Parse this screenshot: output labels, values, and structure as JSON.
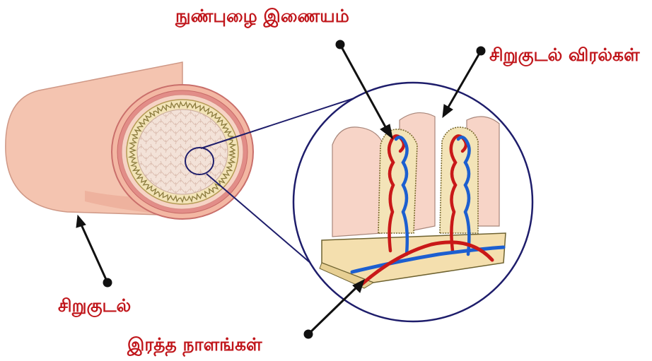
{
  "labels": {
    "capillary": "நுண்புழை இணையம்",
    "villi": "சிறுகுடல் விரல்கள்",
    "small_intestine": "சிறுகுடல்",
    "blood_vessels": "இரத்த நாளங்கள்"
  },
  "colors": {
    "label_text": "#c0161b",
    "intestine_outer": "#f4c4b0",
    "intestine_shade": "#e9a792",
    "ring_wall": "#d9817c",
    "ring_inner": "#f6d9cb",
    "lumen_band": "#f3e4b8",
    "lumen_tissue": "#f1dbd0",
    "zoom_circle": "#1e1d6b",
    "villus_fill": "#f6cfc1",
    "epithelium": "#8a7a3c",
    "artery": "#c91818",
    "vein": "#1c5fd0",
    "pointer": "#111111"
  }
}
